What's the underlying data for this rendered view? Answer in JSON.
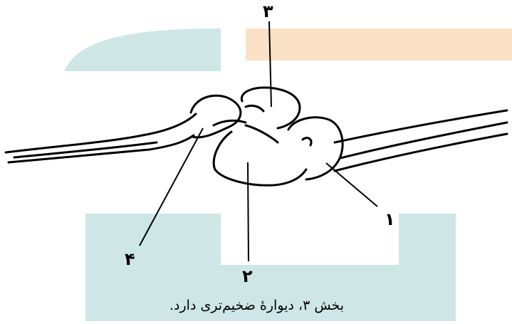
{
  "labels": {
    "part1": "۱",
    "part2": "۲",
    "part3": "۳",
    "part4": "۴"
  },
  "caption": "بخش ۳، دیوارهٔ ضخیم‌تری دارد.",
  "colors": {
    "watermark_teal": "#cfe6e6",
    "watermark_orange": "#fbe2c7",
    "ink": "#000000"
  }
}
